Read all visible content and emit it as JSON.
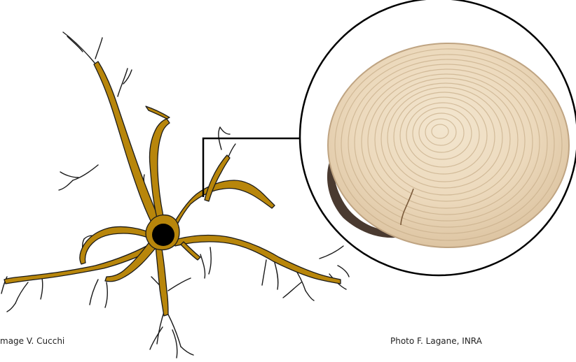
{
  "credits": {
    "illustration": "mage V. Cucchi",
    "photo": "Photo F. Lagane, INRA"
  },
  "colors": {
    "root_fill": "#B8860B",
    "root_outline": "#1a1a1a",
    "root_collar": "#000000",
    "wood_light": "#EEDCC0",
    "wood_ring": "#C8AF8B",
    "bark": "#4a3a30",
    "circle_stroke": "#000000"
  },
  "icons": {
    "root_system": "root-system-illustration",
    "stump": "stump-cross-section-photo"
  }
}
